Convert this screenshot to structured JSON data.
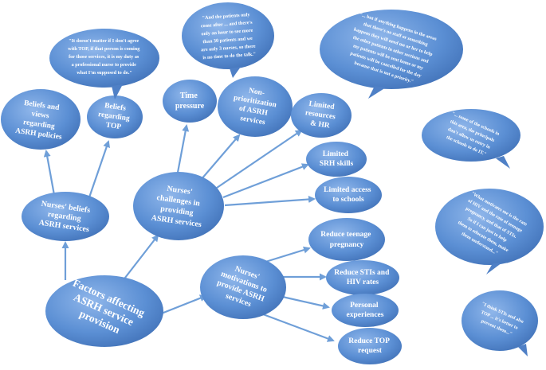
{
  "colors": {
    "bubble": "#5b8fd4",
    "bubble_dark": "#3f6fb5",
    "arrow": "#6f9fd8",
    "text": "#ffffff"
  },
  "nodes": {
    "root": [
      "Factors affecting",
      "ASRH service",
      "provision"
    ],
    "beliefs": [
      "Nurses' beliefs",
      "regarding",
      "ASRH services"
    ],
    "challenges": [
      "Nurses'",
      "challenges in",
      "providing",
      "ASRH services"
    ],
    "motivations": [
      "Nurses'",
      "motivations to",
      "provide ASRH",
      "services"
    ],
    "beliefs_views": [
      "Beliefs and",
      "views",
      "regarding",
      "ASRH policies"
    ],
    "beliefs_top": [
      "Beliefs",
      "regarding",
      "TOP"
    ],
    "time_pressure": [
      "Time",
      "pressure"
    ],
    "non_prioritization": [
      "Non-",
      "prioritization",
      "of ASRH",
      "services"
    ],
    "limited_resources": [
      "Limited",
      "resources",
      "& HR"
    ],
    "limited_srh": [
      "Limited",
      "SRH skills"
    ],
    "limited_access": [
      "Limited access",
      "to schools"
    ],
    "reduce_pregnancy": [
      "Reduce teenage",
      "pregnancy"
    ],
    "reduce_stis": [
      "Reduce STIs and",
      "HIV rates"
    ],
    "personal_exp": [
      "Personal",
      "experiences"
    ],
    "reduce_top": [
      "Reduce TOP",
      "request"
    ]
  },
  "quotes": {
    "q_top": [
      "\"It doesn't matter if I don't agree",
      "with TOP, if that person is coming",
      "for those services, it is my duty as",
      "a professional nurse to provide",
      "what I'm supposed to do.\""
    ],
    "q_patients": [
      "\"And the patients only",
      "come after ... and there's",
      "only an hour to see more",
      "than 30 patients and we",
      "are only 3 nurses, so there",
      "is no time to do the talk.\""
    ],
    "q_anything": [
      "\"... but if anything happens in the areas",
      "that there's no staff or something",
      "happens they will need me or her to help",
      "the other patients in other sections and",
      "my patients will be sent home or my",
      "patients will be cancelled for the day",
      "because that is not a priority.\""
    ],
    "q_schools": [
      "\"... some of the schools in",
      "this area, the principals",
      "don't allow us entry in",
      "the schools to do IT.\""
    ],
    "q_motivates": [
      "\"What motivates me is the rate",
      "of HIV and the rate of teenage",
      "pregnancy, and that of STIs.",
      "So if I can just to help",
      "them to educate them, make",
      "them understand...\""
    ],
    "q_stis": [
      "\"I think STIs and also",
      "TOP ... it's better to",
      "prevent them...\""
    ]
  }
}
